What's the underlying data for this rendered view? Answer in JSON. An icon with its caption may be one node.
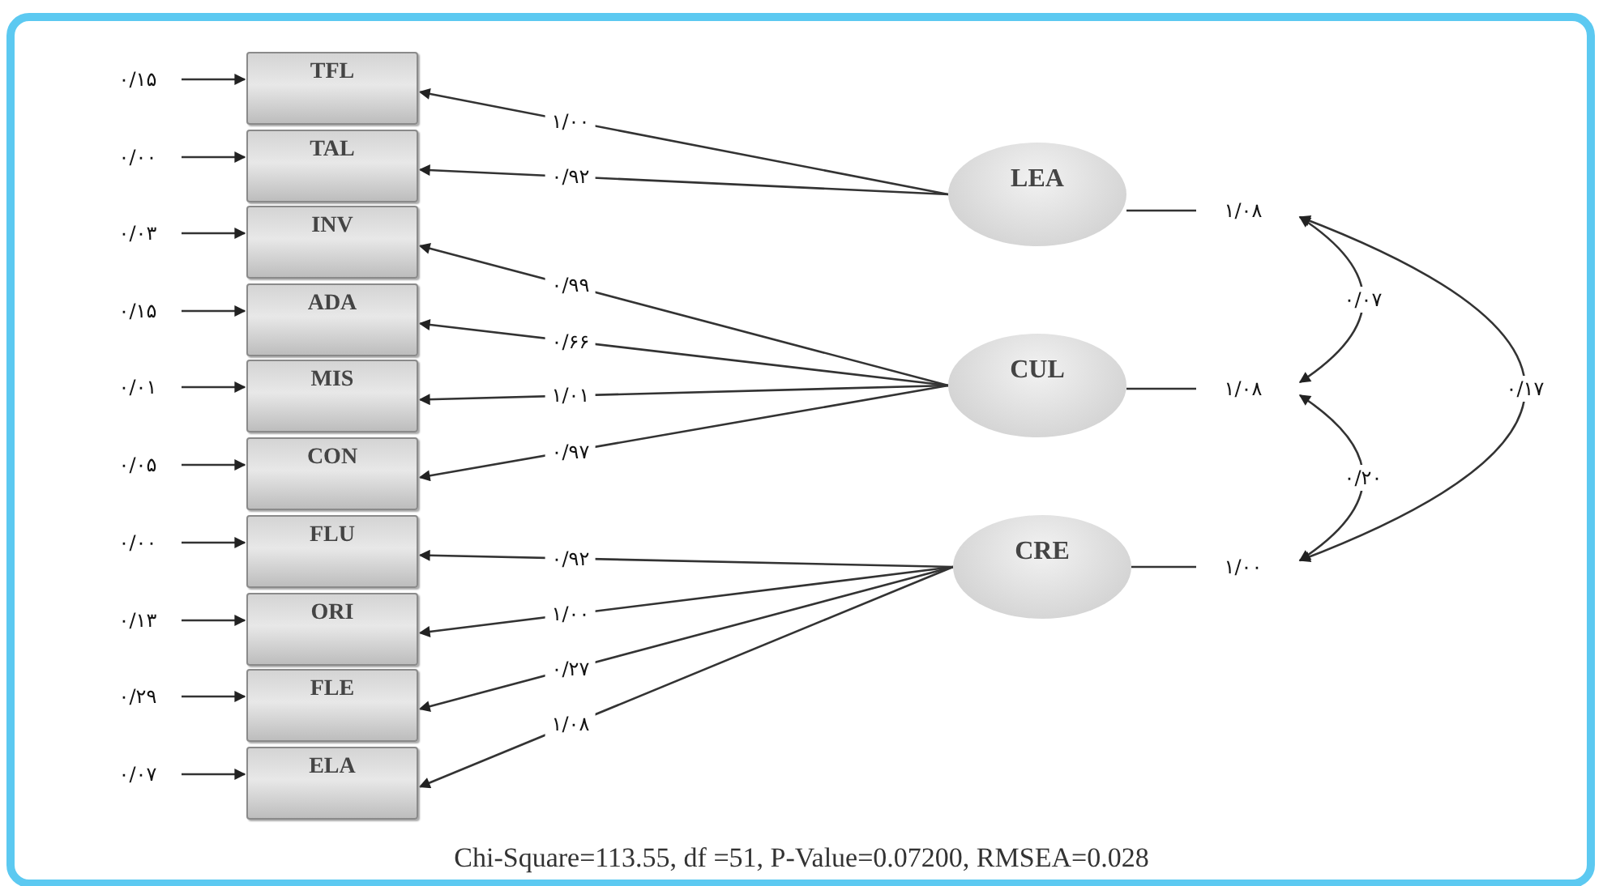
{
  "diagram": {
    "caption": "Chi-Square=113.55, df =51, P-Value=0.07200, RMSEA=0.028",
    "nodes": [
      {
        "text": [
          "۰/۱۵"
        ]
      },
      {
        "text": [
          "۰/۰۰"
        ]
      },
      {
        "text": [
          "۰/۰۳"
        ]
      },
      {
        "text": [
          "۰/۱۵"
        ]
      },
      {
        "text": [
          "۰/۰۱"
        ]
      },
      {
        "text": [
          "۰/۰۵"
        ]
      },
      {
        "text": [
          "۰/۰۰"
        ]
      },
      {
        "text": [
          "۰/۱۳"
        ]
      },
      {
        "text": [
          "۰/۲۹"
        ]
      },
      {
        "text": [
          "۰/۰۷"
        ]
      },
      {
        "text": [
          "TFL"
        ]
      },
      {
        "text": [
          "TAL"
        ]
      },
      {
        "text": [
          "INV"
        ]
      },
      {
        "text": [
          "ADA"
        ]
      },
      {
        "text": [
          "MIS"
        ]
      },
      {
        "text": [
          "CON"
        ]
      },
      {
        "text": [
          "FLU"
        ]
      },
      {
        "text": [
          "ORI"
        ]
      },
      {
        "text": [
          "FLE"
        ]
      },
      {
        "text": [
          "ELA"
        ]
      },
      {
        "text": [
          "LEA"
        ]
      },
      {
        "text": [
          "CUL"
        ]
      },
      {
        "text": [
          "CRE"
        ]
      },
      {
        "text": [
          "۱/۰۸"
        ]
      },
      {
        "text": [
          "۱/۰۸"
        ]
      },
      {
        "text": [
          "۱/۰۰"
        ]
      }
    ],
    "edges": [
      {
        "from": 0,
        "to": 10,
        "arrow": "to"
      },
      {
        "from": 1,
        "to": 11,
        "arrow": "to"
      },
      {
        "from": 2,
        "to": 12,
        "arrow": "to"
      },
      {
        "from": 3,
        "to": 13,
        "arrow": "to"
      },
      {
        "from": 4,
        "to": 14,
        "arrow": "to"
      },
      {
        "from": 5,
        "to": 15,
        "arrow": "to"
      },
      {
        "from": 6,
        "to": 16,
        "arrow": "to"
      },
      {
        "from": 7,
        "to": 17,
        "arrow": "to"
      },
      {
        "from": 8,
        "to": 18,
        "arrow": "to"
      },
      {
        "from": 9,
        "to": 19,
        "arrow": "to"
      },
      {
        "from": 20,
        "to": 10,
        "arrow": "to",
        "label": "۱/۰۰"
      },
      {
        "from": 20,
        "to": 11,
        "arrow": "to",
        "label": "۰/۹۲"
      },
      {
        "from": 21,
        "to": 12,
        "arrow": "to",
        "label": "۰/۹۹"
      },
      {
        "from": 21,
        "to": 13,
        "arrow": "to",
        "label": "۰/۶۶"
      },
      {
        "from": 21,
        "to": 14,
        "arrow": "to",
        "label": "۱/۰۱"
      },
      {
        "from": 21,
        "to": 15,
        "arrow": "to",
        "label": "۰/۹۷"
      },
      {
        "from": 22,
        "to": 16,
        "arrow": "to",
        "label": "۰/۹۲"
      },
      {
        "from": 22,
        "to": 17,
        "arrow": "to",
        "label": "۱/۰۰"
      },
      {
        "from": 22,
        "to": 18,
        "arrow": "to",
        "label": "۰/۲۷"
      },
      {
        "from": 22,
        "to": 19,
        "arrow": "to",
        "label": "۱/۰۸"
      },
      {
        "from": 20,
        "to": 23,
        "arrow": "none"
      },
      {
        "from": 21,
        "to": 24,
        "arrow": "none"
      },
      {
        "from": 22,
        "to": 25,
        "arrow": "none"
      },
      {
        "from": 23,
        "to": 24,
        "arrow": "both",
        "label": "۰/۰۷"
      },
      {
        "from": 24,
        "to": 25,
        "arrow": "both",
        "label": "۰/۲۰"
      },
      {
        "from": 23,
        "to": 25,
        "arrow": "both",
        "label": "۰/۱۷"
      }
    ]
  }
}
